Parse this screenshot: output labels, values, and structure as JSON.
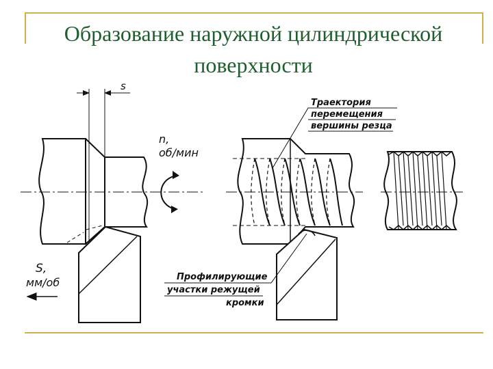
{
  "slide": {
    "title_line1": "Образование наружной цилиндрической",
    "title_line2": "поверхности",
    "accent_color": "#d4b04a",
    "title_color": "#1f5e2f"
  },
  "diagram": {
    "feed_small_label": "s",
    "rotation_label_1": "n,",
    "rotation_label_2": "об/мин",
    "feed_label_1": "S,",
    "feed_label_2": "мм/об",
    "trajectory_label_1": "Траектория",
    "trajectory_label_2": "перемещения",
    "trajectory_label_3": "вершины резца",
    "profiling_label_1": "Профилирующие",
    "profiling_label_2": "участки режущей",
    "profiling_label_3": "кромки"
  }
}
